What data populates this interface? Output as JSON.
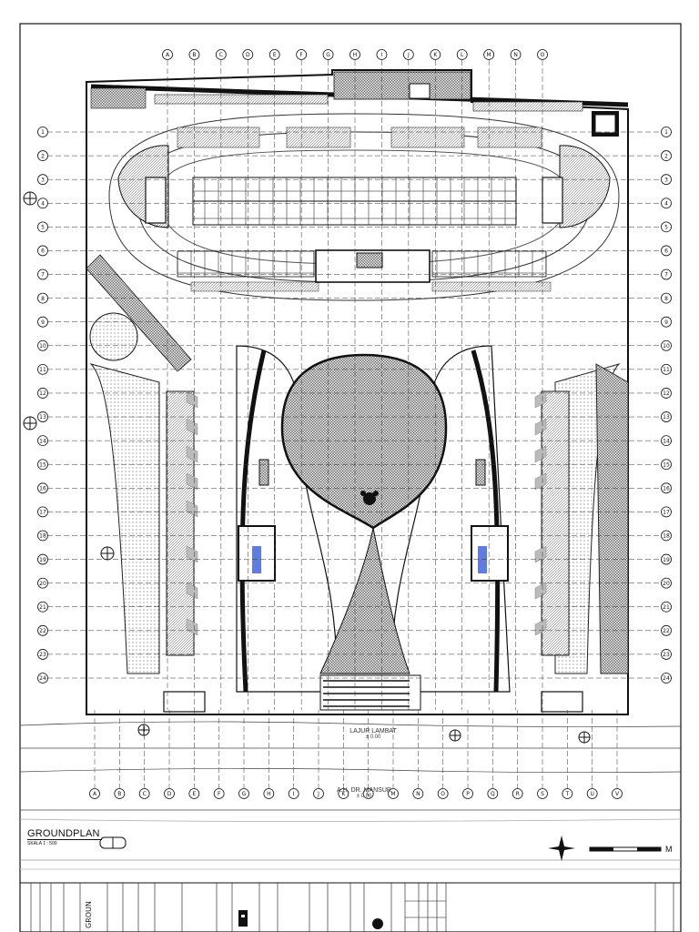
{
  "drawing": {
    "title": "GROUNDPLAN",
    "scale": "SKALA 1 : 500",
    "scale_unit": "M",
    "streets": {
      "main_name": "A.H. DR. MANSUR",
      "main_level": "± 0.00",
      "slow_lane_name": "LAJUR LAMBAT",
      "slow_lane_level": "± 0.00"
    },
    "grid_top": [
      "A",
      "B",
      "C",
      "D",
      "E",
      "F",
      "G",
      "H",
      "I",
      "J",
      "K",
      "L",
      "M",
      "N",
      "O"
    ],
    "grid_bottom": [
      "A",
      "B",
      "C",
      "D",
      "E",
      "F",
      "G",
      "H",
      "I",
      "J",
      "K",
      "L",
      "M",
      "N",
      "O",
      "P",
      "Q",
      "R",
      "S",
      "T",
      "U",
      "V"
    ],
    "grid_side": [
      "1",
      "2",
      "3",
      "4",
      "5",
      "6",
      "7",
      "8",
      "9",
      "10",
      "11",
      "12",
      "13",
      "14",
      "15",
      "16",
      "17",
      "18",
      "19",
      "20",
      "21",
      "22",
      "23",
      "24"
    ],
    "title_block_label": "GROUN"
  },
  "colors": {
    "line": "#222222",
    "fill_dark": "#111111",
    "hatch": "#777777",
    "accent_blue": "#3a5bd9"
  }
}
